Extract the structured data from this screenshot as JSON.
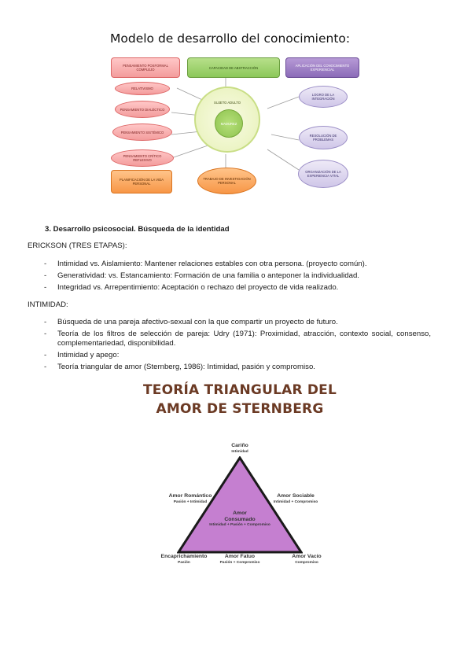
{
  "diagram": {
    "title": "Modelo de desarrollo del conocimiento:",
    "top_boxes": [
      "PENSAMIENTO POSFORMAL COMPLEJO",
      "CAPACIDAD DE ABSTRACCIÓN",
      "APLICACIÓN DEL CONOCIMIENTO EXPERIENCIAL"
    ],
    "left_items": [
      "RELATIVISMO",
      "PENSAMIENTO DIALÉCTICO",
      "PENSAMIENTO SISTÉMICO",
      "PENSAMIENTO CRÍTICO REFLEXIVO"
    ],
    "left_bottom": "PLANIFICACIÓN DE LA VIDA PERSONAL",
    "center_outer": "SUJETO ADULTO",
    "center_inner": "MADUREZ",
    "bottom_center": "TRABAJO DE INVESTIGACIÓN PERSONAL",
    "right_items": [
      "LOGRO DE LA INTEGRACIÓN",
      "RESOLUCIÓN DE PROBLEMAS",
      "ORGANIZACIÓN DE LA EXPERIENCIA VITAL"
    ]
  },
  "section": {
    "heading": "3.   Desarrollo psicosocial. Búsqueda de la identidad",
    "erickson_label": "ERICKSON (TRES ETAPAS):",
    "erickson_items": [
      "Intimidad vs. Aislamiento: Mantener relaciones estables con otra persona. (proyecto común).",
      "Generatividad: vs. Estancamiento: Formación de una familia o anteponer la individualidad.",
      "Integridad vs. Arrepentimiento: Aceptación o rechazo del proyecto de vida realizado."
    ],
    "intimidad_label": "INTIMIDAD:",
    "intimidad_items": [
      "Búsqueda de una pareja afectivo-sexual con la que compartir un proyecto de futuro.",
      "Teoría de los filtros de selección de pareja: Udry (1971): Proximidad, atracción, contexto social, consenso, complementariedad, disponibilidad.",
      "Intimidad y apego:",
      "Teoría triangular de amor (Sternberg, 1986): Intimidad, pasión y compromiso."
    ],
    "dash": "-"
  },
  "triangle": {
    "title_line1": "TEORÍA TRIANGULAR DEL",
    "title_line2": "AMOR DE STERNBERG",
    "top": {
      "name": "Cariño",
      "sub": "Intimidad"
    },
    "left_mid": {
      "name": "Amor Romántico",
      "sub": "Pasión + Intimidad"
    },
    "right_mid": {
      "name": "Amor Sociable",
      "sub": "Intimidad + Compromiso"
    },
    "center": {
      "name1": "Amor",
      "name2": "Consumado",
      "sub": "Intimidad + Pasión + Compromiso"
    },
    "bottom_left": {
      "name": "Encaprichamiento",
      "sub": "Pasión"
    },
    "bottom_mid": {
      "name": "Amor Fatuo",
      "sub": "Pasión + Compromiso"
    },
    "bottom_right": {
      "name": "Amor Vacío",
      "sub": "Compromiso"
    },
    "fill_color": "#c57fd0"
  }
}
